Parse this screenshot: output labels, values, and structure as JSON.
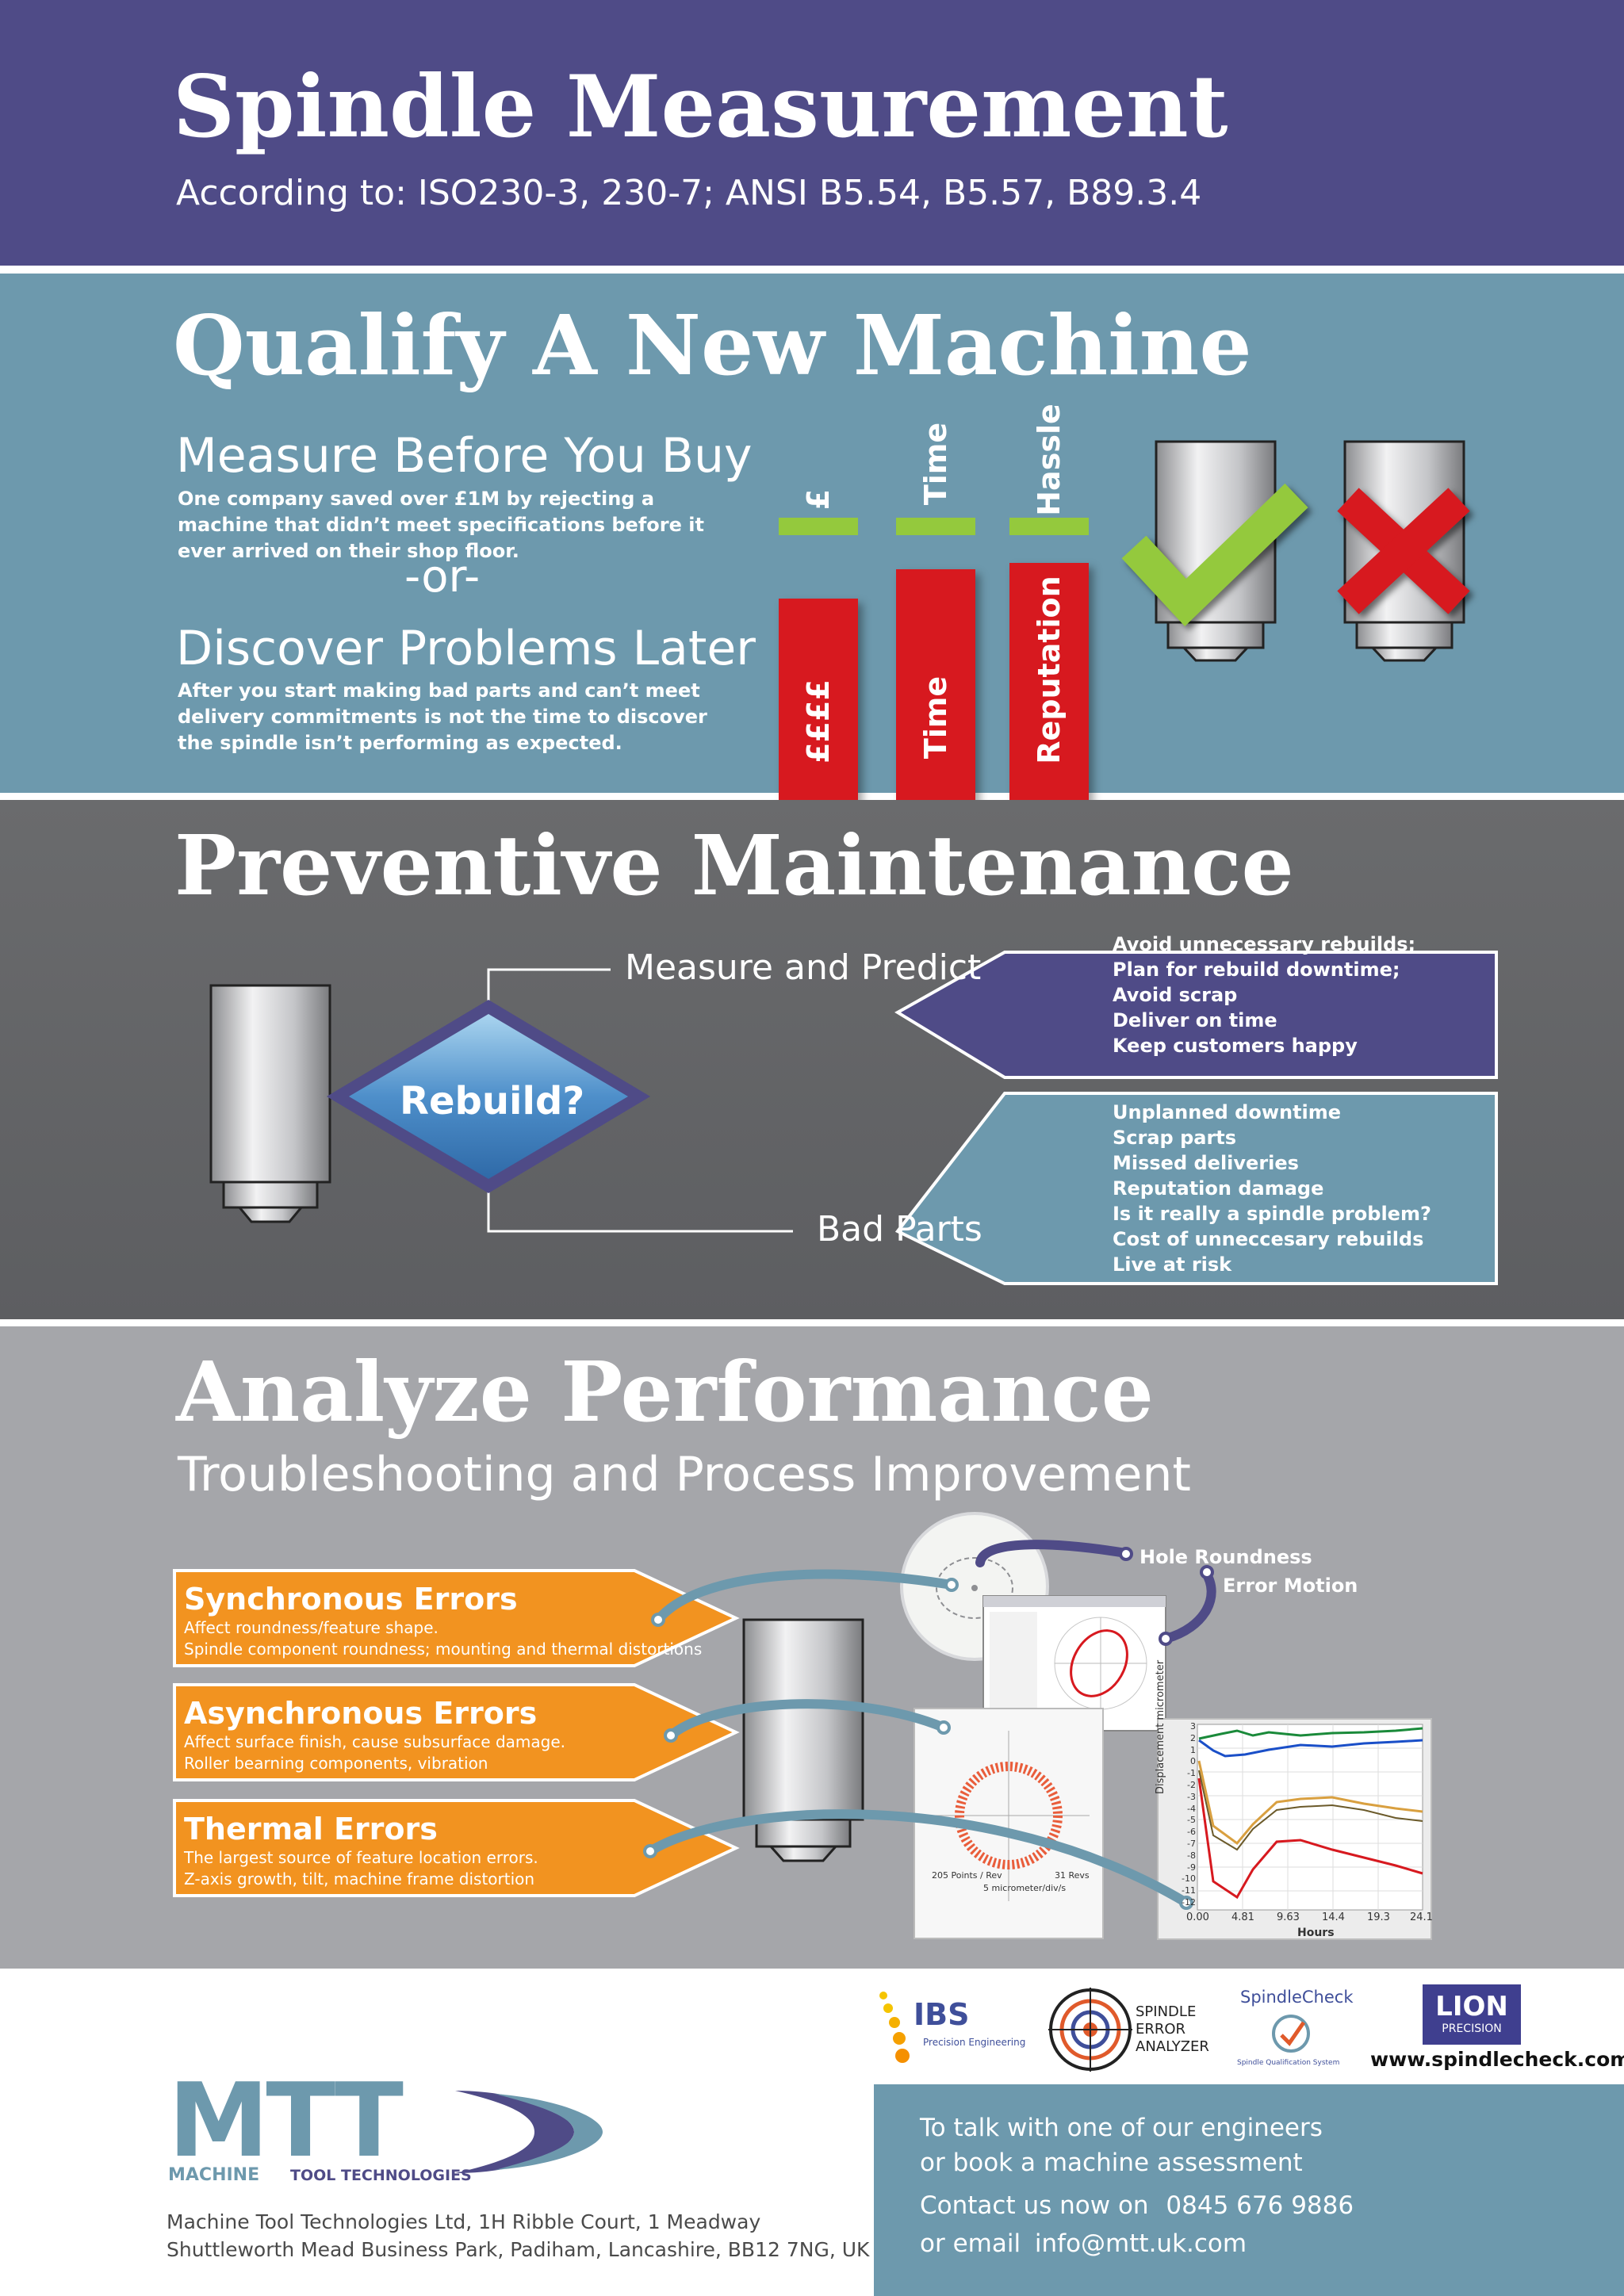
{
  "header": {
    "title": "Spindle Measurement",
    "subtitle": "According to: ISO230-3, 230-7; ANSI B5.54, B5.57, B89.3.4"
  },
  "qualify": {
    "title": "Qualify A New Machine",
    "measure_heading": "Measure Before You Buy",
    "measure_body": "One company saved over £1M by rejecting a machine that didn’t meet specifications before it ever arrived on their shop floor.",
    "or": "-or-",
    "discover_heading": "Discover Problems Later",
    "discover_body": "After you start making bad parts and can’t meet delivery commitments is not the time to discover the spindle isn’t performing as expected.",
    "bars": [
      {
        "top_label": "£",
        "bottom_label": "££££"
      },
      {
        "top_label": "Time",
        "bottom_label": "Time"
      },
      {
        "top_label": "Hassle",
        "bottom_label": "Reputation"
      }
    ],
    "colors": {
      "green": "#94c93d",
      "red": "#d7191f",
      "background": "#6d99ad"
    },
    "icons": [
      "spindle-check-icon",
      "spindle-cross-icon"
    ]
  },
  "preventive": {
    "title": "Preventive Maintenance",
    "decision": "Rebuild?",
    "branch_top": "Measure and Predict",
    "branch_bottom": "Bad Parts",
    "benefits": [
      "Avoid unnecessary rebuilds;",
      "Plan for rebuild downtime;",
      "Avoid scrap",
      "Deliver on time",
      "Keep customers happy"
    ],
    "consequences": [
      "Unplanned downtime",
      "Scrap parts",
      "Missed deliveries",
      "Reputation damage",
      "Is it really a spindle problem?",
      "Cost of unneccesary rebuilds",
      "Live at risk"
    ],
    "colors": {
      "benefits_box": "#4f4b87",
      "consequences_box": "#6d99ad",
      "diamond": "#3b7fbd"
    }
  },
  "analyze": {
    "title": "Analyze Performance",
    "subtitle": "Troubleshooting and Process Improvement",
    "errors": [
      {
        "title": "Synchronous Errors",
        "line1": "Affect roundness/feature shape.",
        "line2": "Spindle component roundness; mounting and thermal distortions"
      },
      {
        "title": "Asynchronous Errors",
        "line1": "Affect surface finish, cause subsurface damage.",
        "line2": "Roller bearning components, vibration"
      },
      {
        "title": "Thermal Errors",
        "line1": "The largest source of feature location errors.",
        "line2": "Z-axis growth, tilt, machine frame distortion"
      }
    ],
    "callouts": {
      "hole_roundness": "Hole Roundness",
      "error_motion": "Error Motion"
    },
    "thermal_chart": {
      "ylabel": "Displacement micrometer",
      "xlabel": "Hours",
      "xticks": [
        "0.00",
        "4.81",
        "9.63",
        "14.4",
        "19.3",
        "24.1"
      ],
      "yticks": [
        "3",
        "2",
        "1",
        "0",
        "-1",
        "-2",
        "-3",
        "-4",
        "-5",
        "-6",
        "-7",
        "-8",
        "-9",
        "-10",
        "-11",
        "-12"
      ]
    },
    "async_plot": {
      "left_label": "205 Points / Rev",
      "right_label": "31 Revs",
      "bottom_label": "5 micrometer/div/s"
    },
    "colors": {
      "orange": "#f29320",
      "connector": "#6d99ad",
      "connector_dark": "#4f4b87"
    }
  },
  "footer": {
    "logos": {
      "ibs_name": "IBS",
      "ibs_tag": "Precision Engineering",
      "sea_lines": [
        "SPINDLE",
        "ERROR",
        "ANALYZER"
      ],
      "spindlecheck_name": "SpindleCheck",
      "spindlecheck_tag": "Spindle Qualification System",
      "lion_name": "LION",
      "lion_tag": "PRECISION"
    },
    "website": "www.spindlecheck.com",
    "brand_letters": "MTT",
    "brand_line1": "MACHINE",
    "brand_line2": "TOOL TECHNOLOGIES",
    "address_line1": "Machine Tool Technologies Ltd, 1H Ribble Court, 1 Meadway",
    "address_line2": "Shuttleworth Mead Business Park, Padiham, Lancashire, BB12 7NG, UK",
    "contact": {
      "line1": "To talk with one of our engineers",
      "line2": "or book a machine assessment",
      "phone_prefix": "Contact us now on",
      "phone": "0845 676 9886",
      "email_prefix": "or email",
      "email": "info@mtt.uk.com"
    },
    "colors": {
      "contact_box": "#6d99ad",
      "brand": "#6d99ad",
      "brand_dark": "#4f4b87"
    }
  }
}
